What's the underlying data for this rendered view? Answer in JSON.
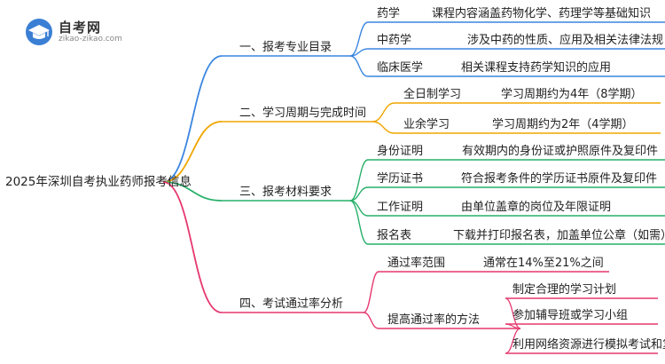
{
  "logo": {
    "title": "自考网",
    "subtitle": "zikao-zikao.com"
  },
  "root": "2025年深圳自考执业药师报考信息",
  "branches": [
    {
      "label": "一、报考专业目录",
      "color": "#3a86e0",
      "children": [
        {
          "label": "药学",
          "detail": "课程内容涵盖药物化学、药理学等基础知识"
        },
        {
          "label": "中药学",
          "detail": "涉及中药的性质、应用及相关法律法规"
        },
        {
          "label": "临床医学",
          "detail": "相关课程支持药学知识的应用"
        }
      ]
    },
    {
      "label": "二、学习周期与完成时间",
      "color": "#f0a500",
      "children": [
        {
          "label": "全日制学习",
          "detail": "学习周期约为4年（8学期）"
        },
        {
          "label": "业余学习",
          "detail": "学习周期约为2年（4学期）"
        }
      ]
    },
    {
      "label": "三、报考材料要求",
      "color": "#27b06a",
      "children": [
        {
          "label": "身份证明",
          "detail": "有效期内的身份证或护照原件及复印件"
        },
        {
          "label": "学历证书",
          "detail": "符合报考条件的学历证书原件及复印件"
        },
        {
          "label": "工作证明",
          "detail": "由单位盖章的岗位及年限证明"
        },
        {
          "label": "报名表",
          "detail": "下载并打印报名表，加盖单位公章（如需）"
        }
      ]
    },
    {
      "label": "四、考试通过率分析",
      "color": "#e6386f",
      "children": [
        {
          "label": "通过率范围",
          "detail": "通常在14%至21%之间"
        },
        {
          "label": "提高通过率的方法",
          "details": [
            "制定合理的学习计划",
            "参加辅导班或学习小组",
            "利用网络资源进行模拟考试和复习"
          ]
        }
      ]
    }
  ]
}
